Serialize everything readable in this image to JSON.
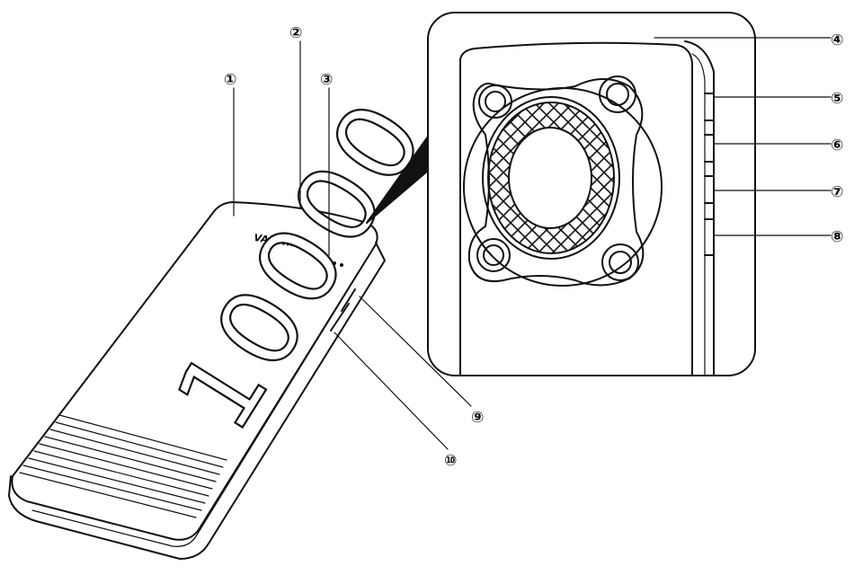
{
  "diagram": {
    "brand": "VALORE",
    "capacity_print": "10000",
    "callouts": [
      {
        "id": 1,
        "label": "①"
      },
      {
        "id": 2,
        "label": "②"
      },
      {
        "id": 3,
        "label": "③"
      },
      {
        "id": 4,
        "label": "④"
      },
      {
        "id": 5,
        "label": "⑤"
      },
      {
        "id": 6,
        "label": "⑥"
      },
      {
        "id": 7,
        "label": "⑦"
      },
      {
        "id": 8,
        "label": "⑧"
      },
      {
        "id": 9,
        "label": "⑨"
      },
      {
        "id": 10,
        "label": "⑩"
      }
    ]
  }
}
